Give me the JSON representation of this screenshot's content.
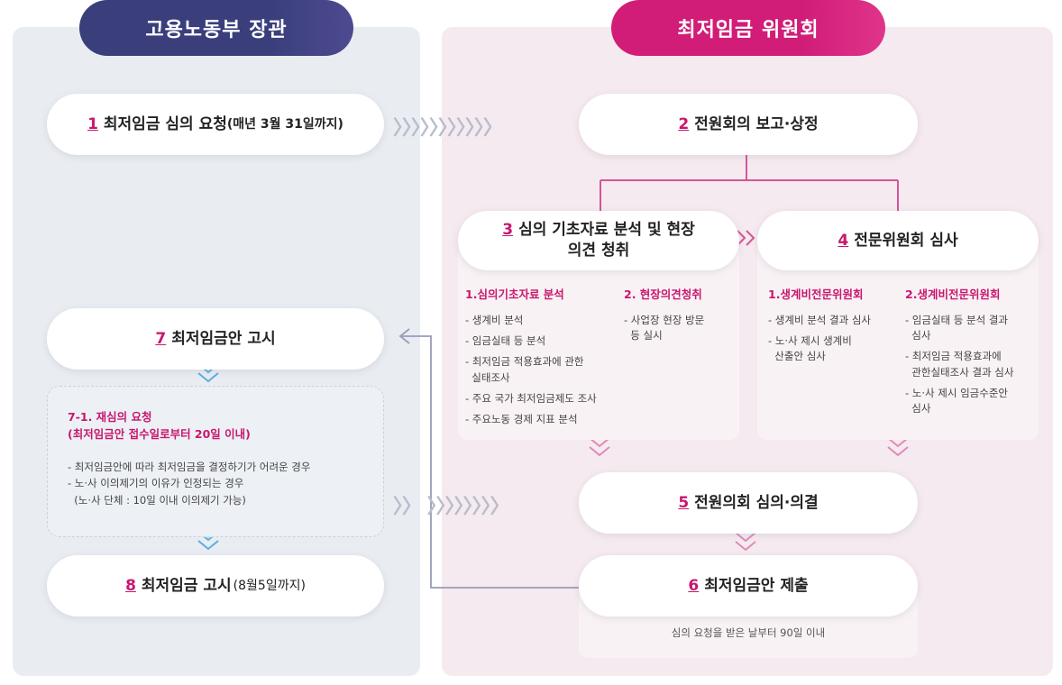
{
  "headers": {
    "left": "고용노동부 장관",
    "right": "최저임금 위원회"
  },
  "steps": {
    "s1": {
      "num": "1",
      "label": "최저임금 심의 요청",
      "sub": "(매년 3월 31일까지)"
    },
    "s2": {
      "num": "2",
      "label": "전원회의 보고·상정"
    },
    "s3": {
      "num": "3",
      "label": "심의 기초자료 분석 및 현장",
      "label2": "의견 청취"
    },
    "s4": {
      "num": "4",
      "label": "전문위원회 심사"
    },
    "s5": {
      "num": "5",
      "label": "전원의회 심의·의결"
    },
    "s6": {
      "num": "6",
      "label": "최저임금안 제출",
      "note": "심의 요청을 받은 날부터 90일 이내"
    },
    "s7": {
      "num": "7",
      "label": "최저임금안 고시"
    },
    "s8": {
      "num": "8",
      "label": "최저임금 고시",
      "sub": "(8월5일까지)"
    }
  },
  "card3": {
    "col1": {
      "title": "1.심의기초자료 분석",
      "items": [
        "- 생계비 분석",
        "- 임금실태 등 분석",
        "- 최저임금 적용효과에 관한",
        "  실태조사",
        "- 주요 국가 최저임금제도 조사",
        "- 주요노동 경제 지표 분석"
      ]
    },
    "col2": {
      "title": "2. 현장의견청취",
      "items": [
        "- 사업장 현장 방문",
        "  등 실시"
      ]
    }
  },
  "card4": {
    "col1": {
      "title": "1.생계비전문위원회",
      "items": [
        "- 생계비 분석 결과 심사",
        "- 노·사 제시 생계비",
        "  산출안 심사"
      ]
    },
    "col2": {
      "title": "2.생계비전문위원회",
      "items": [
        "- 임금실태 등 분석 결과",
        "  심사",
        "- 최저임금 적용효과에",
        "  관한실태조사 결과 심사",
        "- 노·사 제시 임금수준안",
        "  심사"
      ]
    }
  },
  "reconsider": {
    "title1": "7-1. 재심의 요청",
    "title2": "(최저임금안 접수일로부터 20일 이내)",
    "items": [
      "- 최저임금안에 따라 최저임금을 결정하기가 어려운 경우",
      "- 노·사 이의제기의 이유가 인정되는 경우",
      "  (노·사 단체 : 10일 이내 이의제기 가능)"
    ]
  },
  "colors": {
    "navy": "#3a3f7c",
    "magenta": "#c8176e",
    "line": "#9a9bb8",
    "chev_blue": "#5aaee0",
    "chev_pink": "#e08ab8"
  }
}
